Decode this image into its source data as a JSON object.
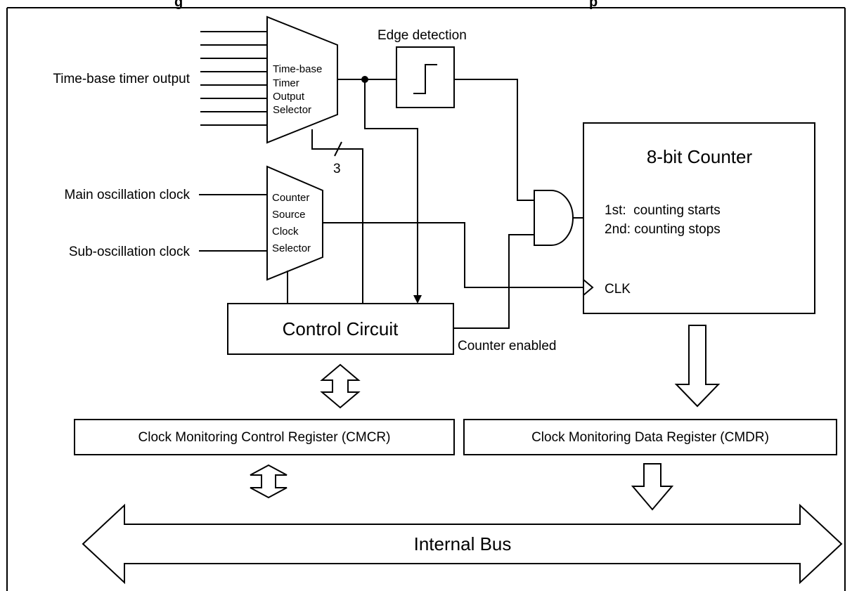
{
  "top_caption": "g",
  "top_caption_right": "p",
  "inputs": {
    "timebase": "Time-base timer output",
    "main_clock": "Main oscillation clock",
    "sub_clock": "Sub-oscillation clock"
  },
  "timebase_selector": {
    "lines": [
      "Time-base",
      "Timer",
      "Output",
      "Selector"
    ]
  },
  "source_selector": {
    "lines": [
      "Counter",
      "Source",
      "Clock",
      "Selector"
    ]
  },
  "edge_detection_label": "Edge detection",
  "bus_width": "3",
  "counter": {
    "title": "8-bit Counter",
    "line1": "1st:  counting starts",
    "line2": "2nd: counting stops",
    "clk": "CLK"
  },
  "control_circuit": "Control Circuit",
  "counter_enabled": "Counter enabled",
  "cmcr": "Clock Monitoring Control Register (CMCR)",
  "cmdr": "Clock Monitoring Data Register (CMDR)",
  "internal_bus": "Internal Bus"
}
